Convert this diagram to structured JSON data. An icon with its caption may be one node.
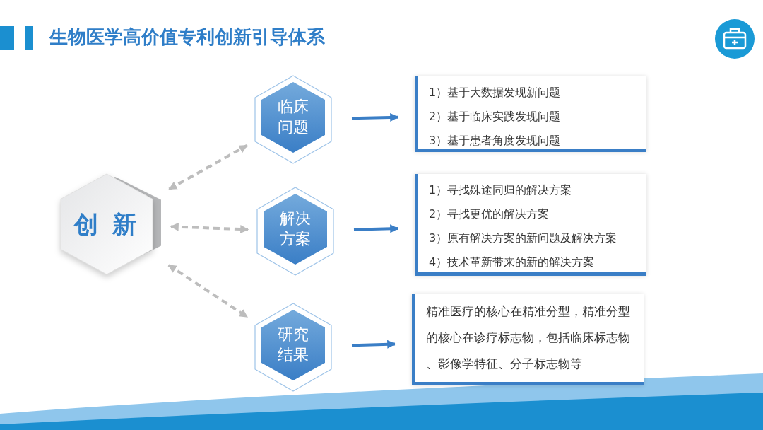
{
  "diagram": {
    "title": "生物医学高价值专利创新引导体系",
    "nodes": [
      {
        "text": [
          "创 新"
        ]
      },
      {
        "text": [
          "临床问题"
        ]
      },
      {
        "text": [
          "解决方案"
        ]
      },
      {
        "text": [
          "研究结果"
        ]
      },
      {
        "text": [
          "1）基于大数据发现新问题",
          "2）基于临床实践发现问题",
          "3）基于患者角度发现问题"
        ]
      },
      {
        "text": [
          "1）寻找殊途同归的解决方案",
          "2）寻找更优的解决方案",
          "3）原有解决方案的新问题及解决方案",
          "4）技术革新带来的新的解决方案"
        ]
      },
      {
        "text": [
          "精准医疗的核心在精准分型，精准分型的核心在诊疗标志物，包括临床标志物、影像学特征、分子标志物等"
        ]
      }
    ],
    "edges": [
      {
        "from": 0,
        "to": 1,
        "arrow": "both",
        "style": "dashed",
        "color": "#bdbdbd"
      },
      {
        "from": 0,
        "to": 2,
        "arrow": "both",
        "style": "dashed",
        "color": "#bdbdbd"
      },
      {
        "from": 0,
        "to": 3,
        "arrow": "both",
        "style": "dashed",
        "color": "#bdbdbd"
      },
      {
        "from": 1,
        "to": 4,
        "arrow": "to",
        "color": "#3a7ec6"
      },
      {
        "from": 2,
        "to": 5,
        "arrow": "to",
        "color": "#3a7ec6"
      },
      {
        "from": 3,
        "to": 6,
        "arrow": "to",
        "color": "#3a7ec6"
      }
    ]
  }
}
